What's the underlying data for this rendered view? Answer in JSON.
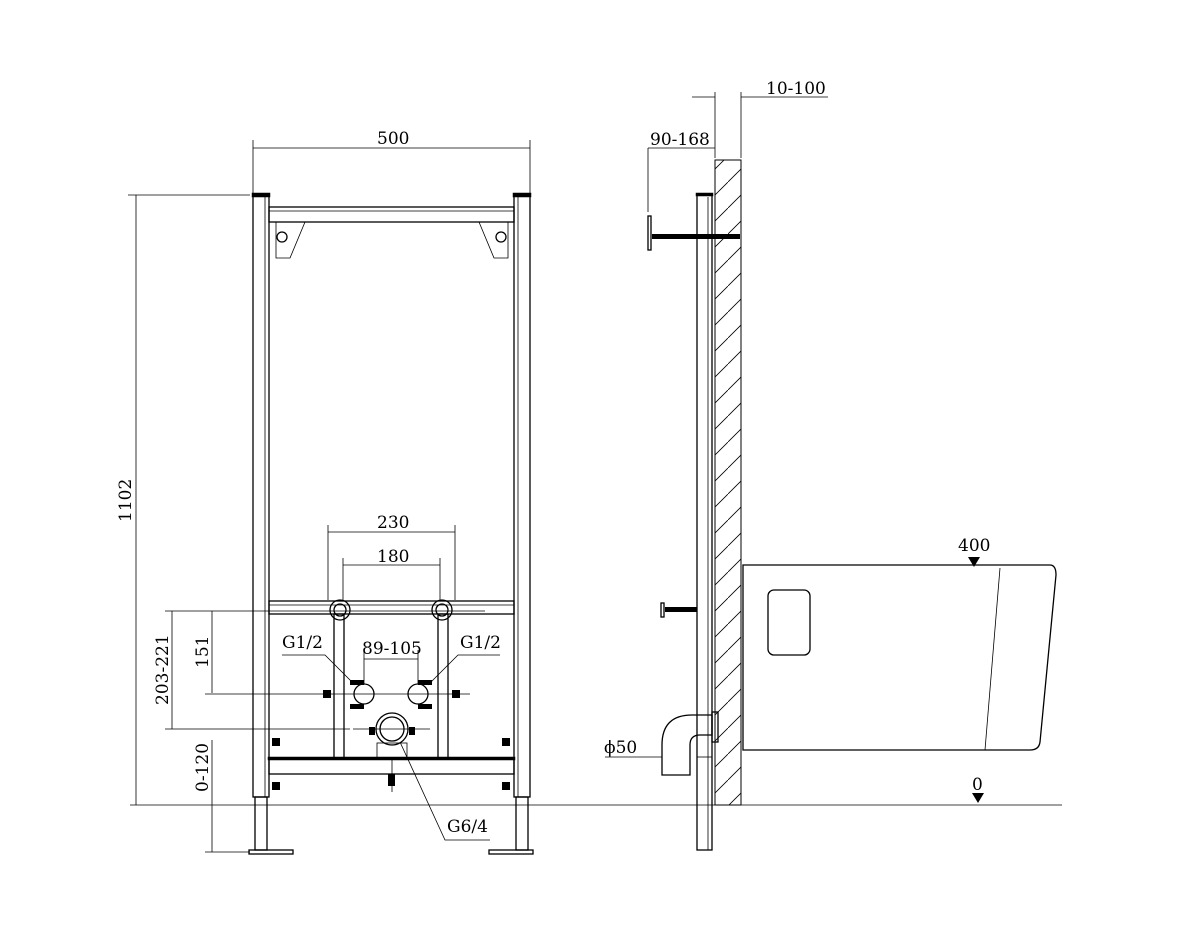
{
  "front_view": {
    "width_dim": "500",
    "height_dim": "1102",
    "outer_pipe_spacing": "230",
    "inner_pipe_spacing": "180",
    "supply_height": "151",
    "drain_height": "203-221",
    "valve_spacing": "89-105",
    "left_valve_label": "G1/2",
    "right_valve_label": "G1/2",
    "foot_adjust": "0-120",
    "drain_label": "G6/4"
  },
  "side_view": {
    "wall_gap": "10-100",
    "frame_depth": "90-168",
    "bowl_height": "400",
    "floor_level": "0",
    "drain_diameter": "ϕ50"
  }
}
